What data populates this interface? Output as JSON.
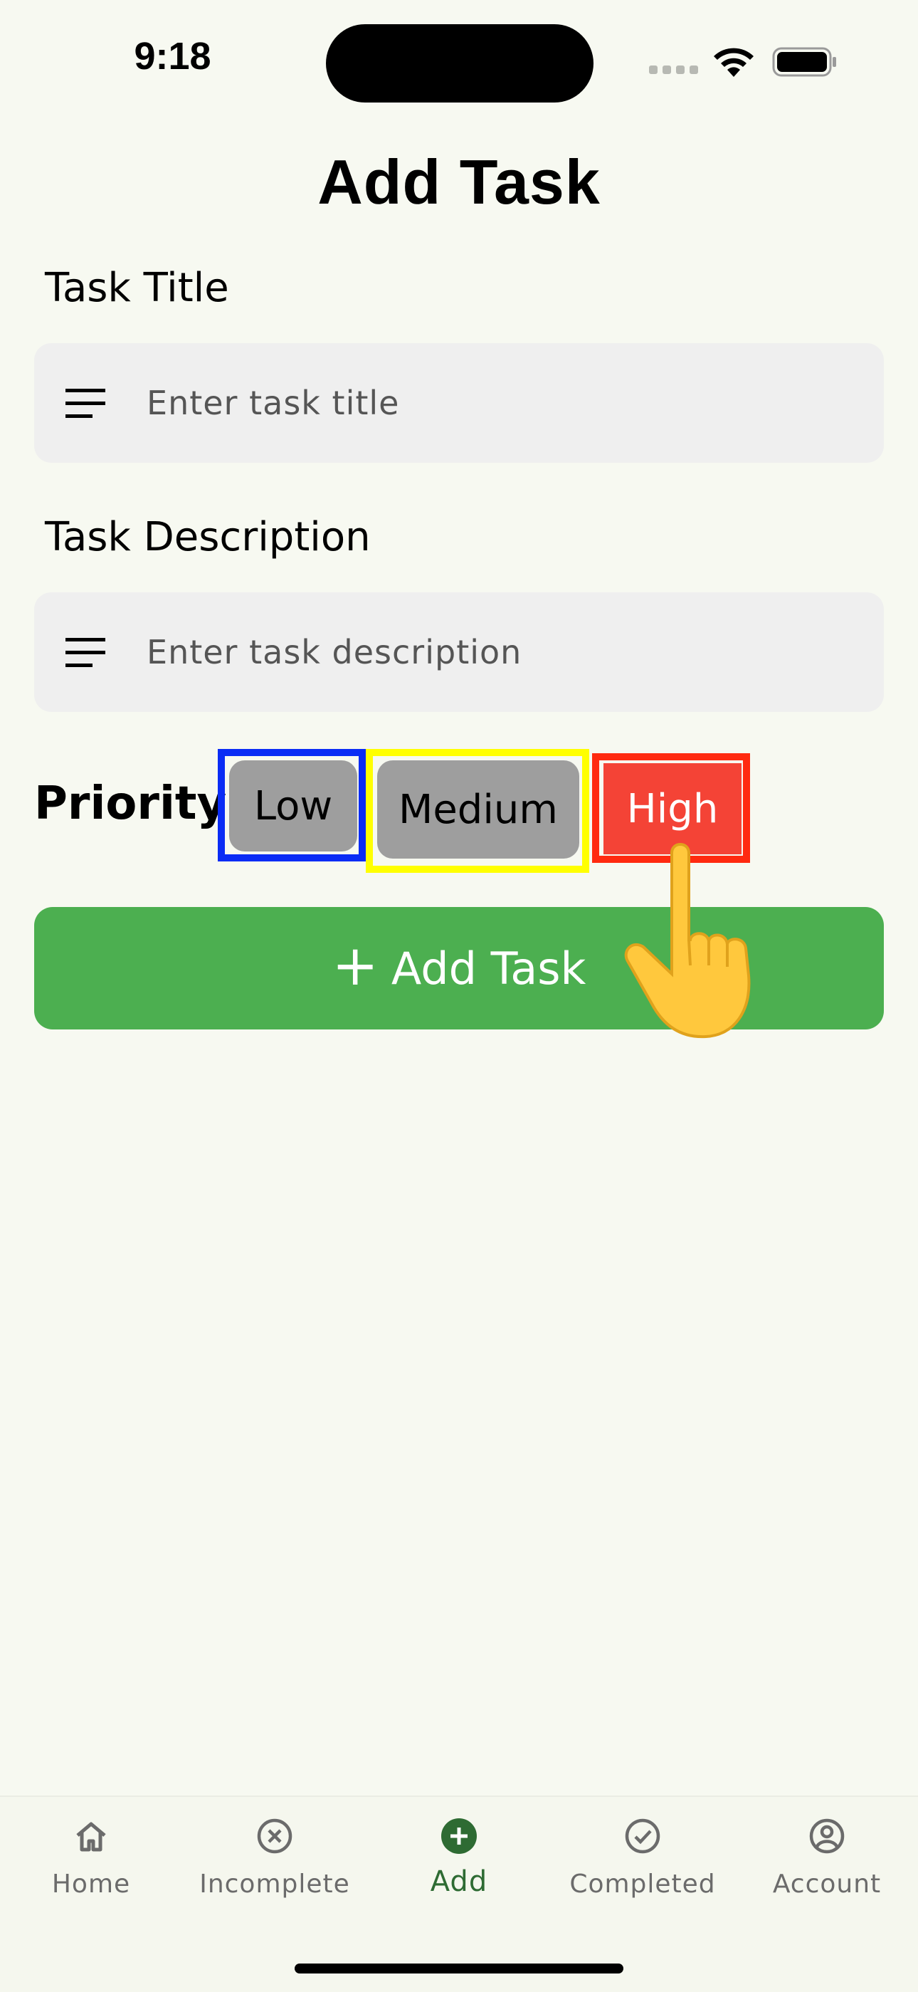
{
  "status_bar": {
    "time": "9:18"
  },
  "page": {
    "title": "Add Task"
  },
  "form": {
    "title_label": "Task Title",
    "title_placeholder": "Enter task title",
    "title_value": "",
    "description_label": "Task Description",
    "description_placeholder": "Enter task description",
    "description_value": "",
    "priority_label": "Priority",
    "priority_options": [
      {
        "label": "Low",
        "frame_color": "#0a2cf5",
        "fill": "#9e9e9e"
      },
      {
        "label": "Medium",
        "frame_color": "#ffff00",
        "fill": "#9e9e9e"
      },
      {
        "label": "High",
        "frame_color": "#ff2a10",
        "fill": "#f44336",
        "selected": true
      }
    ],
    "submit_label": "Add Task"
  },
  "bottom_nav": {
    "items": [
      {
        "label": "Home",
        "icon": "home-icon"
      },
      {
        "label": "Incomplete",
        "icon": "x-circle-icon"
      },
      {
        "label": "Add",
        "icon": "add-circle-icon",
        "active": true
      },
      {
        "label": "Completed",
        "icon": "check-circle-icon"
      },
      {
        "label": "Account",
        "icon": "account-circle-icon"
      }
    ]
  },
  "colors": {
    "background": "#f7f9f1",
    "input_background": "#efefef",
    "primary_green": "#4caf50",
    "active_nav": "#2e6b33",
    "inactive_nav": "#6b6b6b"
  }
}
